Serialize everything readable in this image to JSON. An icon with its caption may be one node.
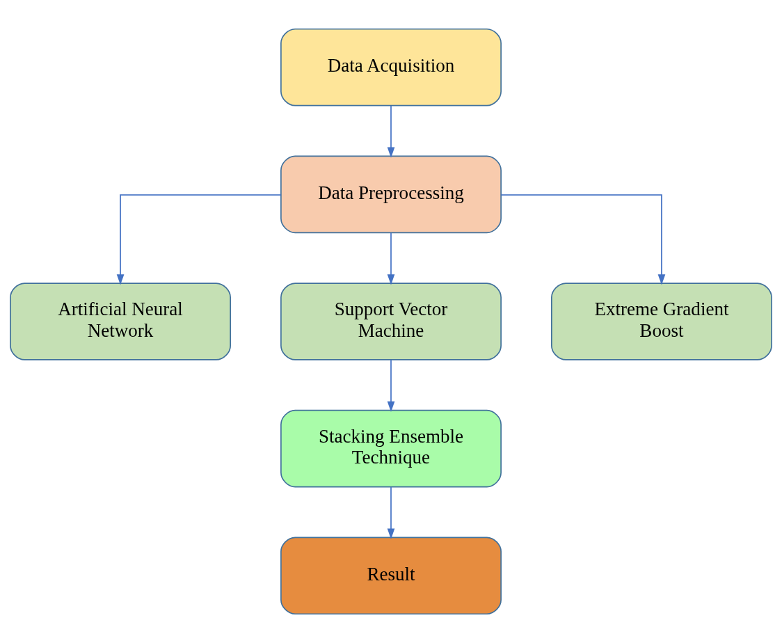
{
  "diagram": {
    "nodes": [
      {
        "text": [
          "Data Acquisition"
        ]
      },
      {
        "text": [
          "Data Preprocessing"
        ]
      },
      {
        "text": [
          "Artificial Neural Network"
        ]
      },
      {
        "text": [
          "Support Vector Machine"
        ]
      },
      {
        "text": [
          "Extreme Gradient Boost"
        ]
      },
      {
        "text": [
          "Stacking Ensemble Technique"
        ]
      },
      {
        "text": [
          "Result"
        ]
      }
    ],
    "edges": [
      {
        "from": 0,
        "to": 1,
        "arrow": "to"
      },
      {
        "from": 1,
        "to": 2,
        "arrow": "to"
      },
      {
        "from": 1,
        "to": 3,
        "arrow": "to"
      },
      {
        "from": 1,
        "to": 4,
        "arrow": "to"
      },
      {
        "from": 3,
        "to": 5,
        "arrow": "to"
      },
      {
        "from": 5,
        "to": 6,
        "arrow": "to"
      }
    ]
  }
}
